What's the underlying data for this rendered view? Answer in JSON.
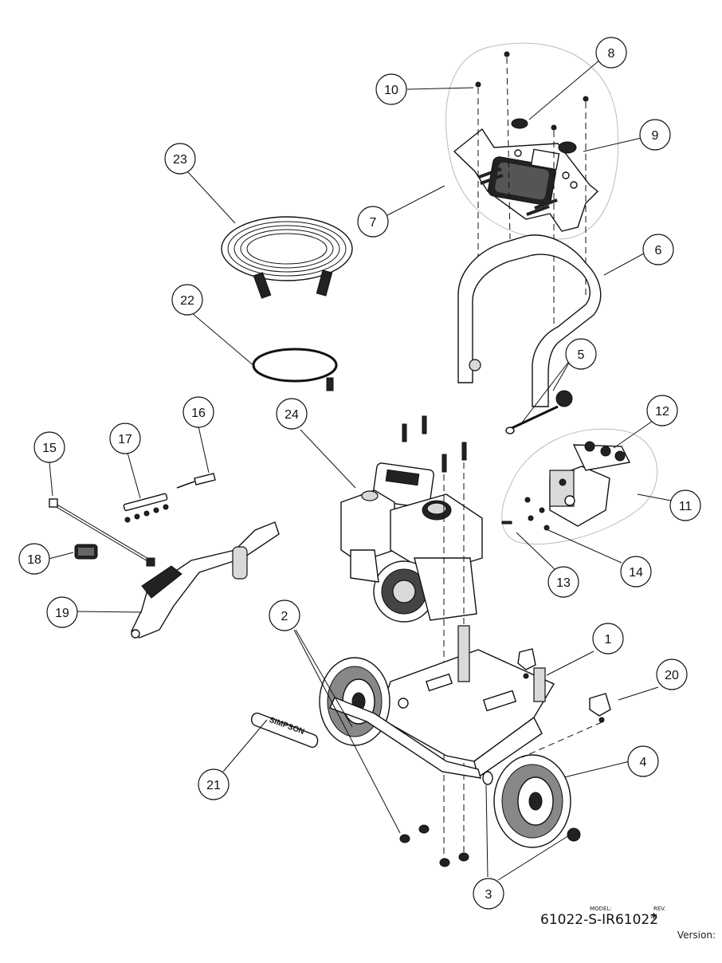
{
  "callouts": [
    "1",
    "2",
    "3",
    "4",
    "5",
    "6",
    "7",
    "8",
    "9",
    "10",
    "11",
    "12",
    "13",
    "14",
    "15",
    "16",
    "17",
    "18",
    "19",
    "20",
    "21",
    "22",
    "23",
    "24"
  ],
  "grip_text": "SIMPSON",
  "title_block": {
    "model_label": "MODEL:",
    "rev_label": "REV.",
    "model": "61022-S-IR61022",
    "rev": "*",
    "version_label": "Version:"
  }
}
